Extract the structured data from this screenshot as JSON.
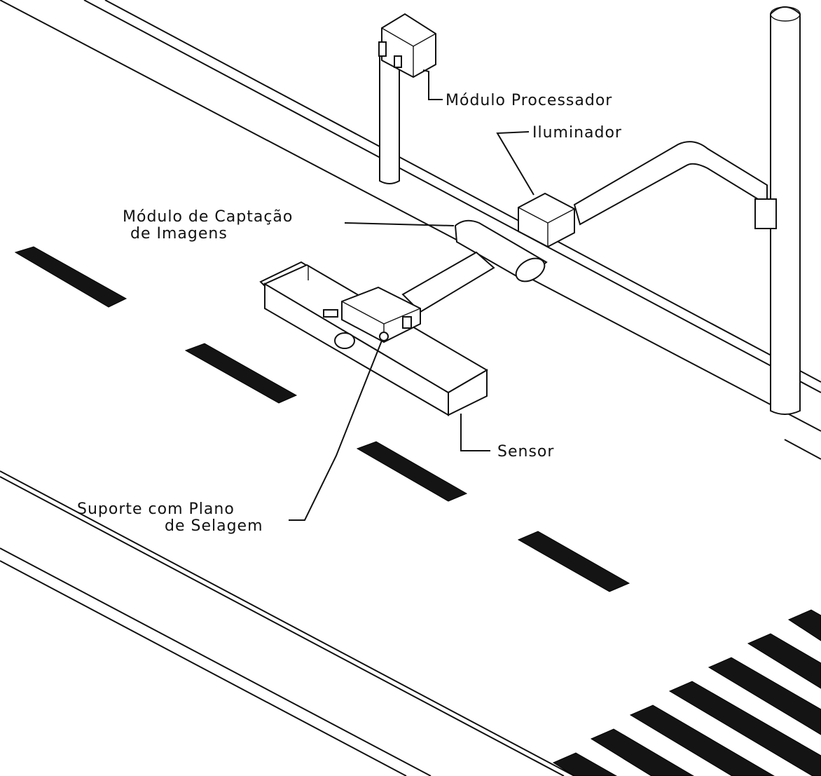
{
  "labels": {
    "processor": "Módulo Processador",
    "illuminator": "Iluminador",
    "capture_line1": "Módulo de Captação",
    "capture_line2": "de Imagens",
    "sensor": "Sensor",
    "support_line1": "Suporte com Plano",
    "support_line2": "de Selagem"
  }
}
